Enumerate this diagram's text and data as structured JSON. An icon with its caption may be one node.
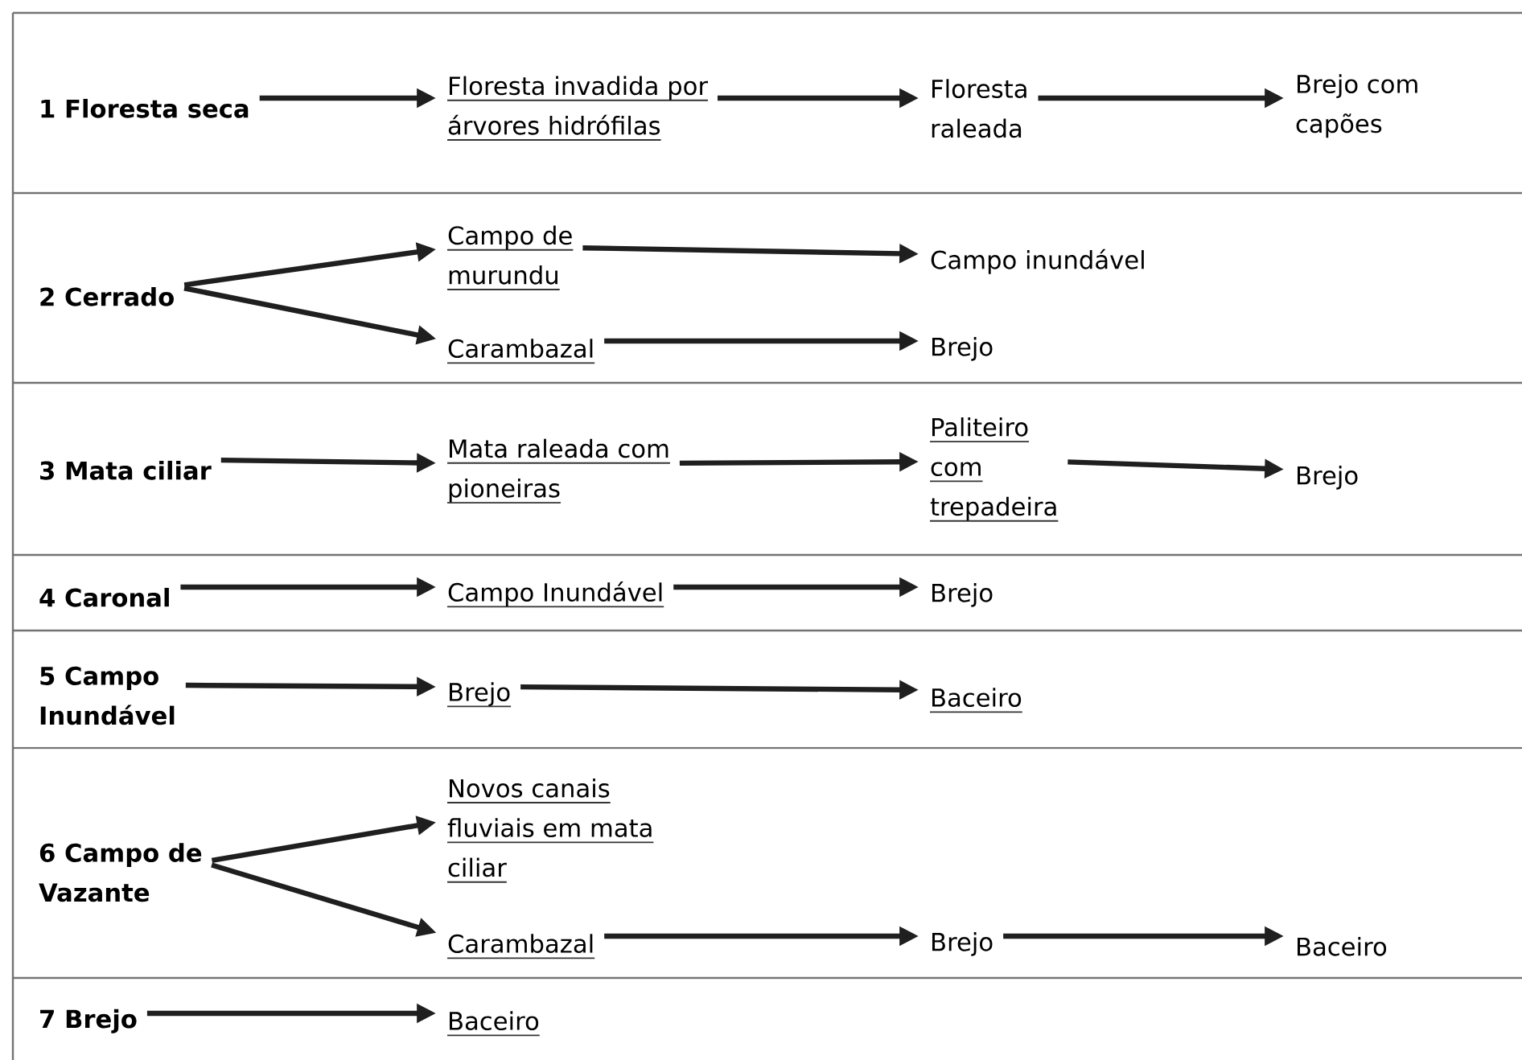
{
  "diagram": {
    "nodes": [
      {
        "text": [
          "1 Floresta seca"
        ]
      },
      {
        "text": [
          "Floresta invadida por árvores hidrófilas"
        ]
      },
      {
        "text": [
          "Floresta raleada"
        ]
      },
      {
        "text": [
          "Brejo com capões"
        ]
      },
      {
        "text": [
          "2 Cerrado"
        ]
      },
      {
        "text": [
          "Campo de murundu"
        ]
      },
      {
        "text": [
          "Campo inundável"
        ]
      },
      {
        "text": [
          "Carambazal"
        ]
      },
      {
        "text": [
          "Brejo"
        ]
      },
      {
        "text": [
          "3 Mata ciliar"
        ]
      },
      {
        "text": [
          "Mata raleada com pioneiras"
        ]
      },
      {
        "text": [
          "Paliteiro com trepadeira"
        ]
      },
      {
        "text": [
          "Brejo"
        ]
      },
      {
        "text": [
          "4 Caronal"
        ]
      },
      {
        "text": [
          "Campo Inundável"
        ]
      },
      {
        "text": [
          "Brejo"
        ]
      },
      {
        "text": [
          "5 Campo Inundável"
        ]
      },
      {
        "text": [
          "Brejo"
        ]
      },
      {
        "text": [
          "Baceiro"
        ]
      },
      {
        "text": [
          "6 Campo de Vazante"
        ]
      },
      {
        "text": [
          "Novos canais fluviais em mata ciliar"
        ]
      },
      {
        "text": [
          "Carambazal"
        ]
      },
      {
        "text": [
          "Brejo"
        ]
      },
      {
        "text": [
          "Baceiro"
        ]
      },
      {
        "text": [
          "7 Brejo"
        ]
      },
      {
        "text": [
          "Baceiro"
        ]
      }
    ],
    "edges": [
      {
        "from": 0,
        "to": 1,
        "arrow": "to"
      },
      {
        "from": 1,
        "to": 2,
        "arrow": "to"
      },
      {
        "from": 2,
        "to": 3,
        "arrow": "to"
      },
      {
        "from": 4,
        "to": 5,
        "arrow": "to"
      },
      {
        "from": 4,
        "to": 7,
        "arrow": "to"
      },
      {
        "from": 5,
        "to": 6,
        "arrow": "to"
      },
      {
        "from": 7,
        "to": 8,
        "arrow": "to"
      },
      {
        "from": 9,
        "to": 10,
        "arrow": "to"
      },
      {
        "from": 10,
        "to": 11,
        "arrow": "to"
      },
      {
        "from": 11,
        "to": 12,
        "arrow": "to"
      },
      {
        "from": 13,
        "to": 14,
        "arrow": "to"
      },
      {
        "from": 14,
        "to": 15,
        "arrow": "to"
      },
      {
        "from": 16,
        "to": 17,
        "arrow": "to"
      },
      {
        "from": 17,
        "to": 18,
        "arrow": "to"
      },
      {
        "from": 19,
        "to": 20,
        "arrow": "to"
      },
      {
        "from": 19,
        "to": 21,
        "arrow": "to"
      },
      {
        "from": 21,
        "to": 22,
        "arrow": "to"
      },
      {
        "from": 22,
        "to": 23,
        "arrow": "to"
      },
      {
        "from": 24,
        "to": 25,
        "arrow": "to"
      }
    ]
  }
}
